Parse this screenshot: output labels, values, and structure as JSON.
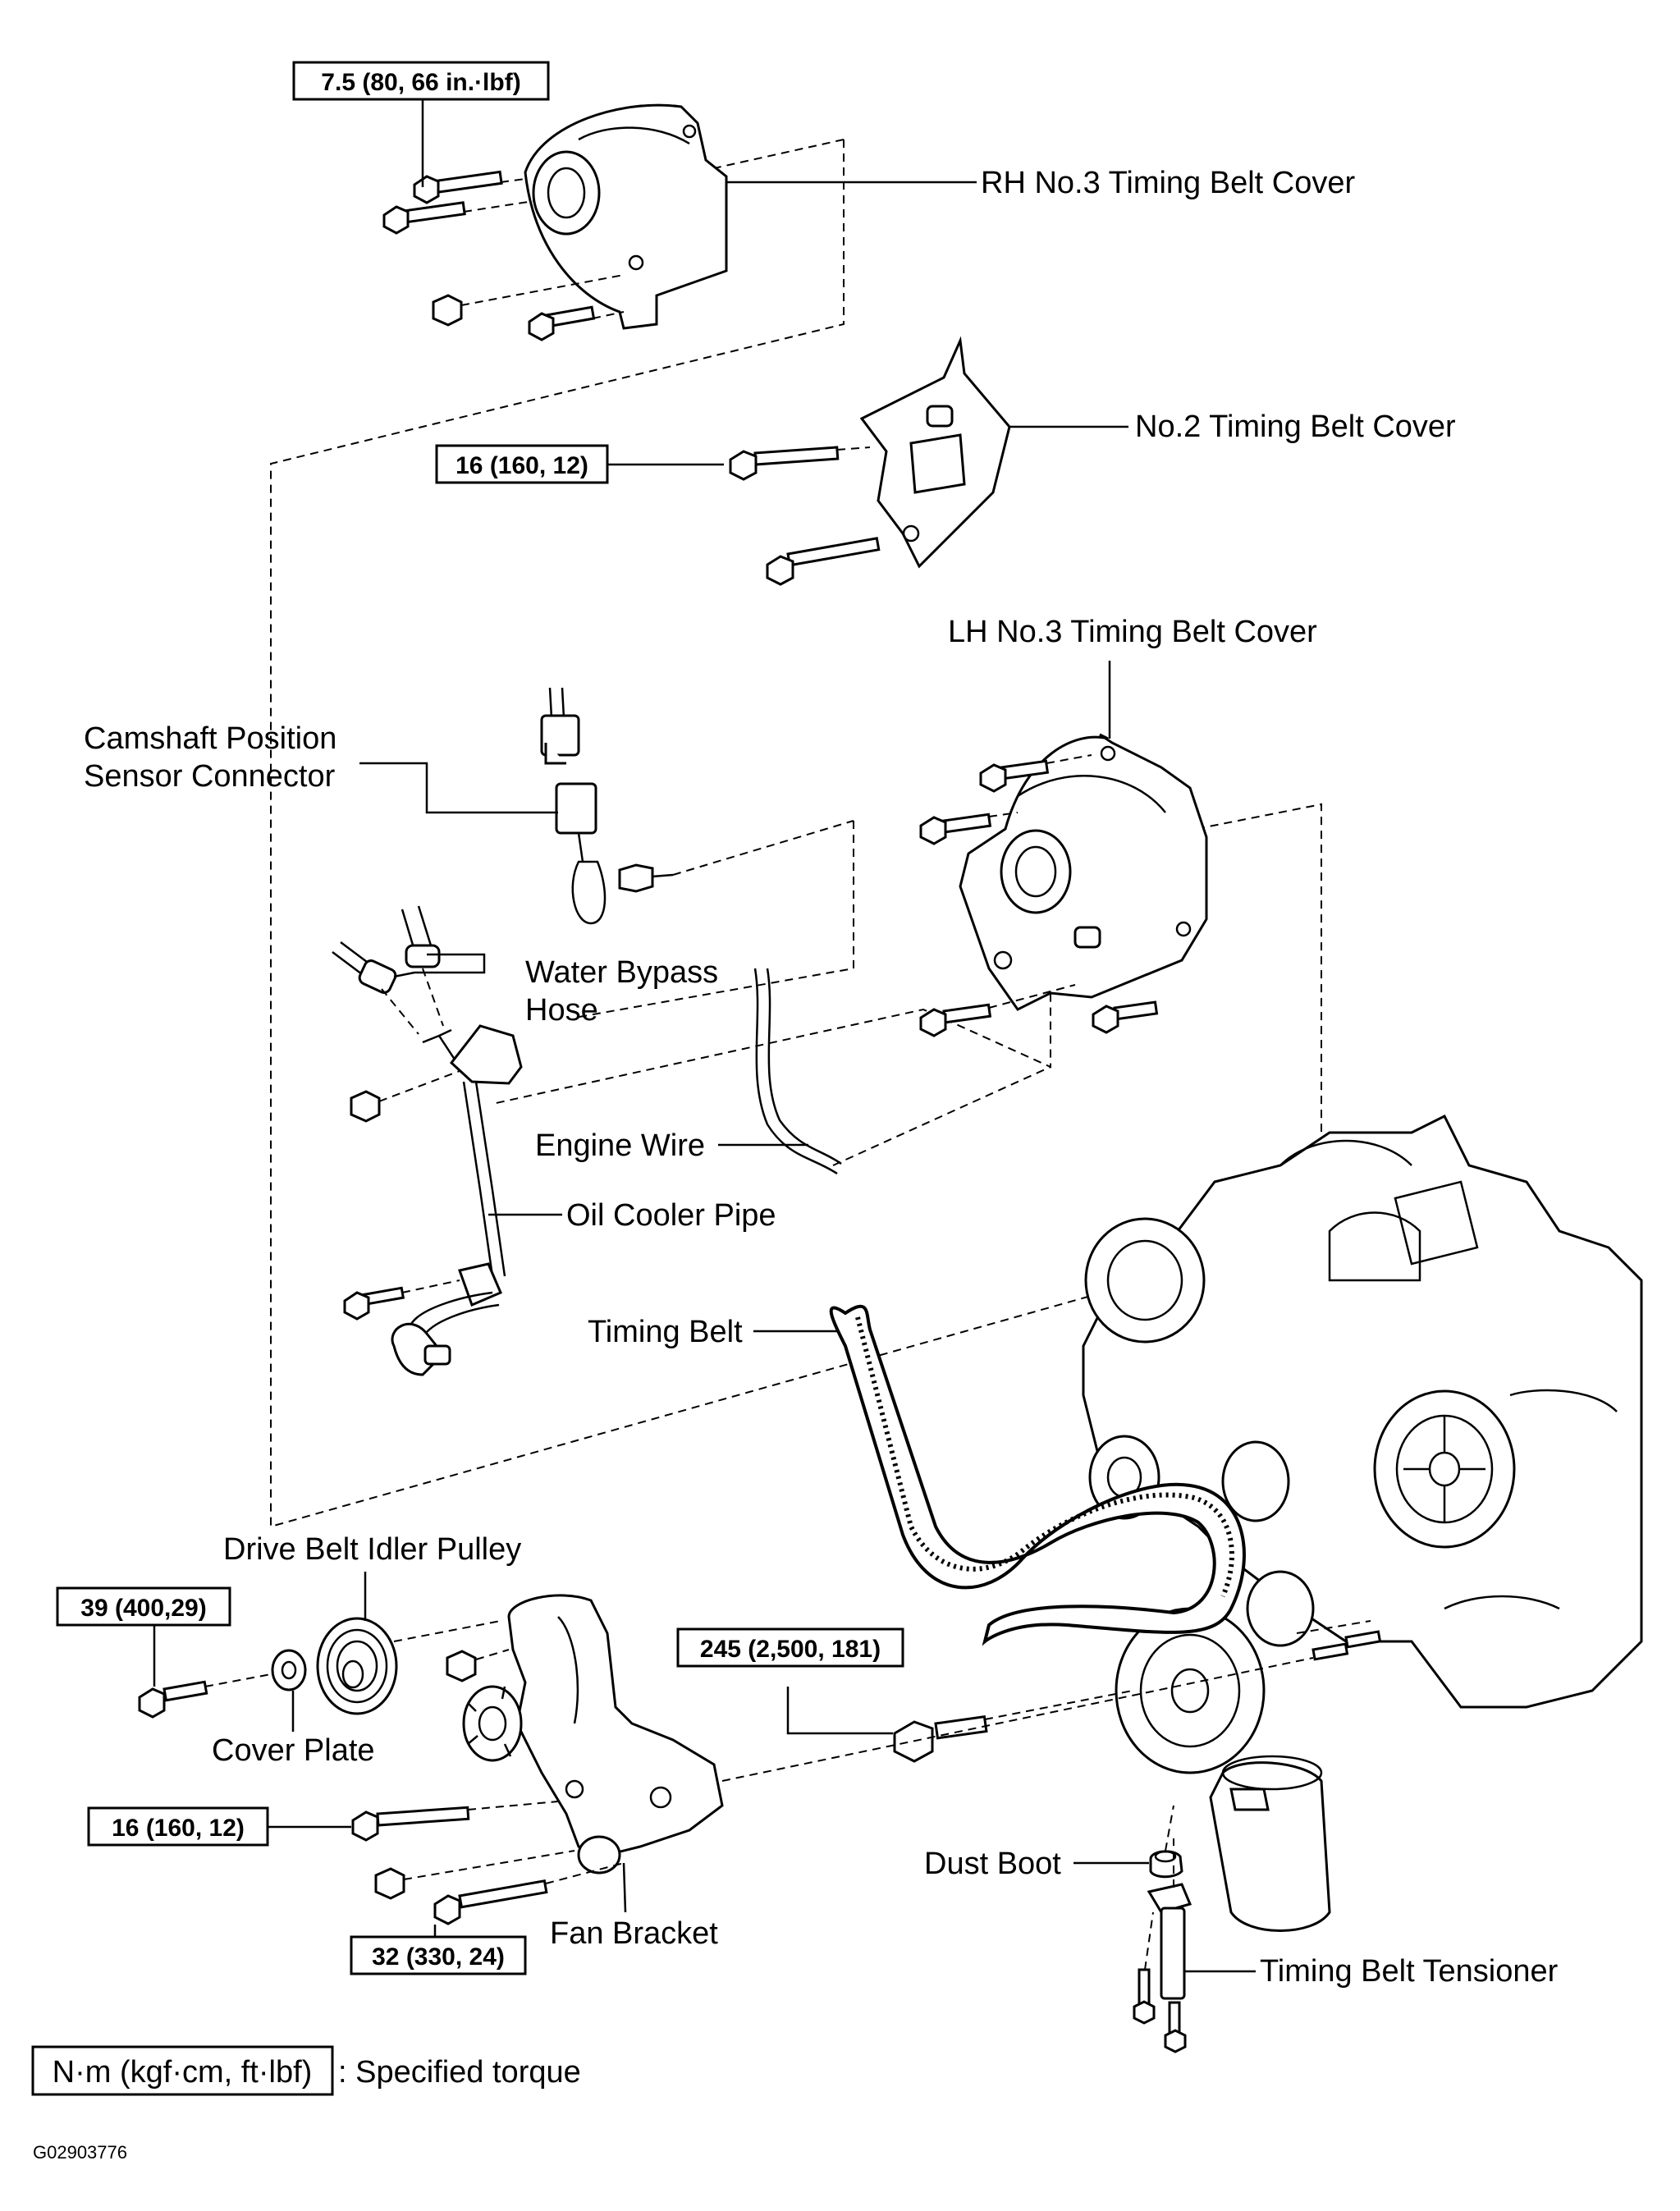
{
  "labels": {
    "rh_cover": "RH No.3 Timing Belt Cover",
    "no2_cover": "No.2 Timing Belt Cover",
    "lh_cover": "LH No.3 Timing Belt Cover",
    "cam_sensor_line1": "Camshaft Position",
    "cam_sensor_line2": "Sensor Connector",
    "water_bypass_line1": "Water Bypass",
    "water_bypass_line2": "Hose",
    "engine_wire": "Engine Wire",
    "oil_cooler_pipe": "Oil Cooler Pipe",
    "timing_belt": "Timing Belt",
    "idler_pulley": "Drive Belt Idler Pulley",
    "cover_plate": "Cover Plate",
    "fan_bracket": "Fan Bracket",
    "dust_boot": "Dust Boot",
    "tensioner": "Timing Belt Tensioner"
  },
  "torques": {
    "rh_cover": "7.5 (80, 66 in.·lbf)",
    "no2_cover": "16 (160, 12)",
    "idler_pulley": "39 (400,29)",
    "crank_bolt": "245 (2,500, 181)",
    "fan_bracket_bolt": "16 (160, 12)",
    "fan_bracket_nut": "32 (330, 24)"
  },
  "legend": {
    "box_text": "N·m (kgf·cm, ft·lbf)",
    "description": ": Specified torque"
  },
  "figure_code": "G02903776",
  "colors": {
    "ink": "#000000",
    "paper": "#ffffff"
  }
}
